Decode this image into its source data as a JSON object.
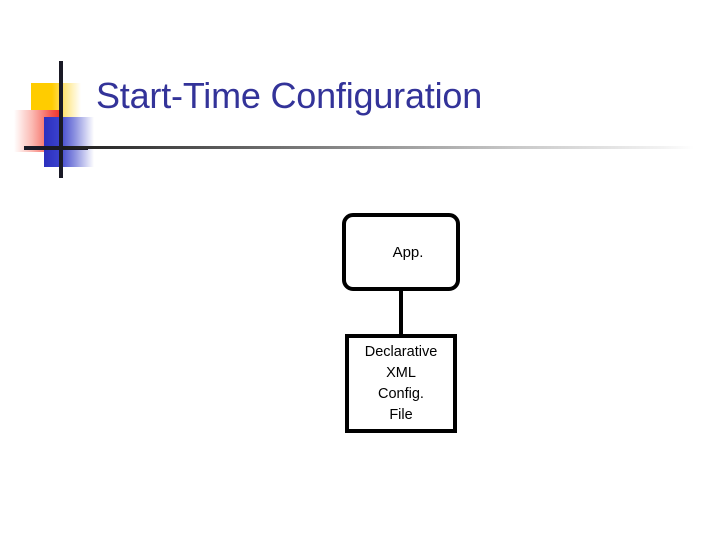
{
  "slide": {
    "title": "Start-Time Configuration",
    "background_color": "#FFFFFF",
    "title_color": "#333399"
  },
  "decoration": {
    "name": "slide-logo-squares",
    "squares": [
      {
        "name": "yellow-square",
        "color": "#FFCC00"
      },
      {
        "name": "red-square",
        "color": "#F02A20"
      },
      {
        "name": "blue-square",
        "color": "#2B2FBE"
      }
    ],
    "lines": [
      {
        "name": "vertical-rule",
        "color": "#1A1A26"
      },
      {
        "name": "horizontal-rule",
        "color": "#1A1A26"
      }
    ]
  },
  "divider": {
    "name": "title-underline",
    "gradient_from": "#1A1A1A",
    "gradient_to": "#FFFFFF"
  },
  "diagram": {
    "type": "flowchart",
    "orientation": "vertical",
    "nodes": [
      {
        "id": "app",
        "label": "App.",
        "shape": "rounded-rectangle",
        "border_color": "#000000",
        "fill_color": "#FFFFFF"
      },
      {
        "id": "config",
        "label": "Declarative\nXML\nConfig.\nFile",
        "shape": "rectangle",
        "border_color": "#000000",
        "fill_color": "#FFFFFF"
      }
    ],
    "edges": [
      {
        "from": "app",
        "to": "config",
        "style": "solid",
        "color": "#000000"
      }
    ]
  }
}
